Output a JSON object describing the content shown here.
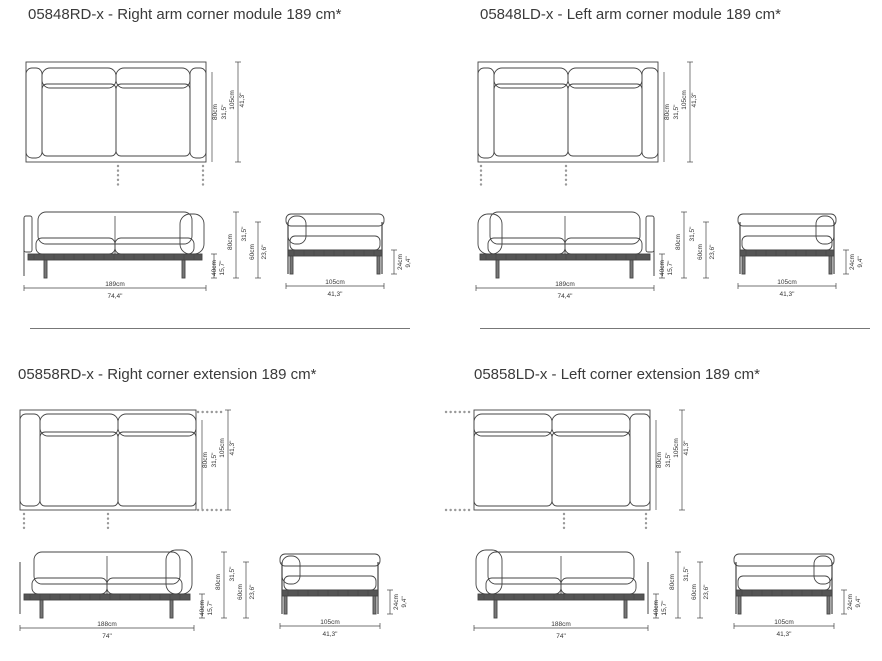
{
  "modules": [
    {
      "title": "05848RD-x - Right arm corner module 189 cm*",
      "top_depth_cm": "105cm",
      "top_depth_in": "41,3\"",
      "top_height_cm": "80cm",
      "top_height_in": "31,5\"",
      "front_width_cm": "189cm",
      "front_width_in": "74,4\"",
      "front_height_cm": "80cm",
      "front_height_in": "31,5\"",
      "front_leg_cm": "40cm",
      "front_leg_in": "15,7\"",
      "side_height_cm": "60cm",
      "side_height_in": "23,6\"",
      "side_depth_cm": "105cm",
      "side_depth_in": "41,3\"",
      "side_leg_cm": "24cm",
      "side_leg_in": "9,4\""
    },
    {
      "title": "05848LD-x - Left arm corner module 189 cm*",
      "top_depth_cm": "105cm",
      "top_depth_in": "41,3\"",
      "top_height_cm": "80cm",
      "top_height_in": "31,5\"",
      "front_width_cm": "189cm",
      "front_width_in": "74,4\"",
      "front_height_cm": "80cm",
      "front_height_in": "31,5\"",
      "front_leg_cm": "40cm",
      "front_leg_in": "15,7\"",
      "side_height_cm": "60cm",
      "side_height_in": "23,6\"",
      "side_depth_cm": "105cm",
      "side_depth_in": "41,3\"",
      "side_leg_cm": "24cm",
      "side_leg_in": "9,4\""
    },
    {
      "title": "05858RD-x - Right corner extension 189 cm*",
      "top_depth_cm": "105cm",
      "top_depth_in": "41,3\"",
      "top_height_cm": "80cm",
      "top_height_in": "31,5\"",
      "front_width_cm": "188cm",
      "front_width_in": "74\"",
      "front_height_cm": "80cm",
      "front_height_in": "31,5\"",
      "front_leg_cm": "40cm",
      "front_leg_in": "15,7\"",
      "side_height_cm": "60cm",
      "side_height_in": "23,6\"",
      "side_depth_cm": "105cm",
      "side_depth_in": "41,3\"",
      "side_leg_cm": "24cm",
      "side_leg_in": "9,4\""
    },
    {
      "title": "05858LD-x - Left corner extension 189 cm*",
      "top_depth_cm": "105cm",
      "top_depth_in": "41,3\"",
      "top_height_cm": "80cm",
      "top_height_in": "31,5\"",
      "front_width_cm": "188cm",
      "front_width_in": "74\"",
      "front_height_cm": "80cm",
      "front_height_in": "31,5\"",
      "front_leg_cm": "40cm",
      "front_leg_in": "15,7\"",
      "side_height_cm": "60cm",
      "side_height_in": "23,6\"",
      "side_depth_cm": "105cm",
      "side_depth_in": "41,3\"",
      "side_leg_cm": "24cm",
      "side_leg_in": "9,4\""
    }
  ]
}
